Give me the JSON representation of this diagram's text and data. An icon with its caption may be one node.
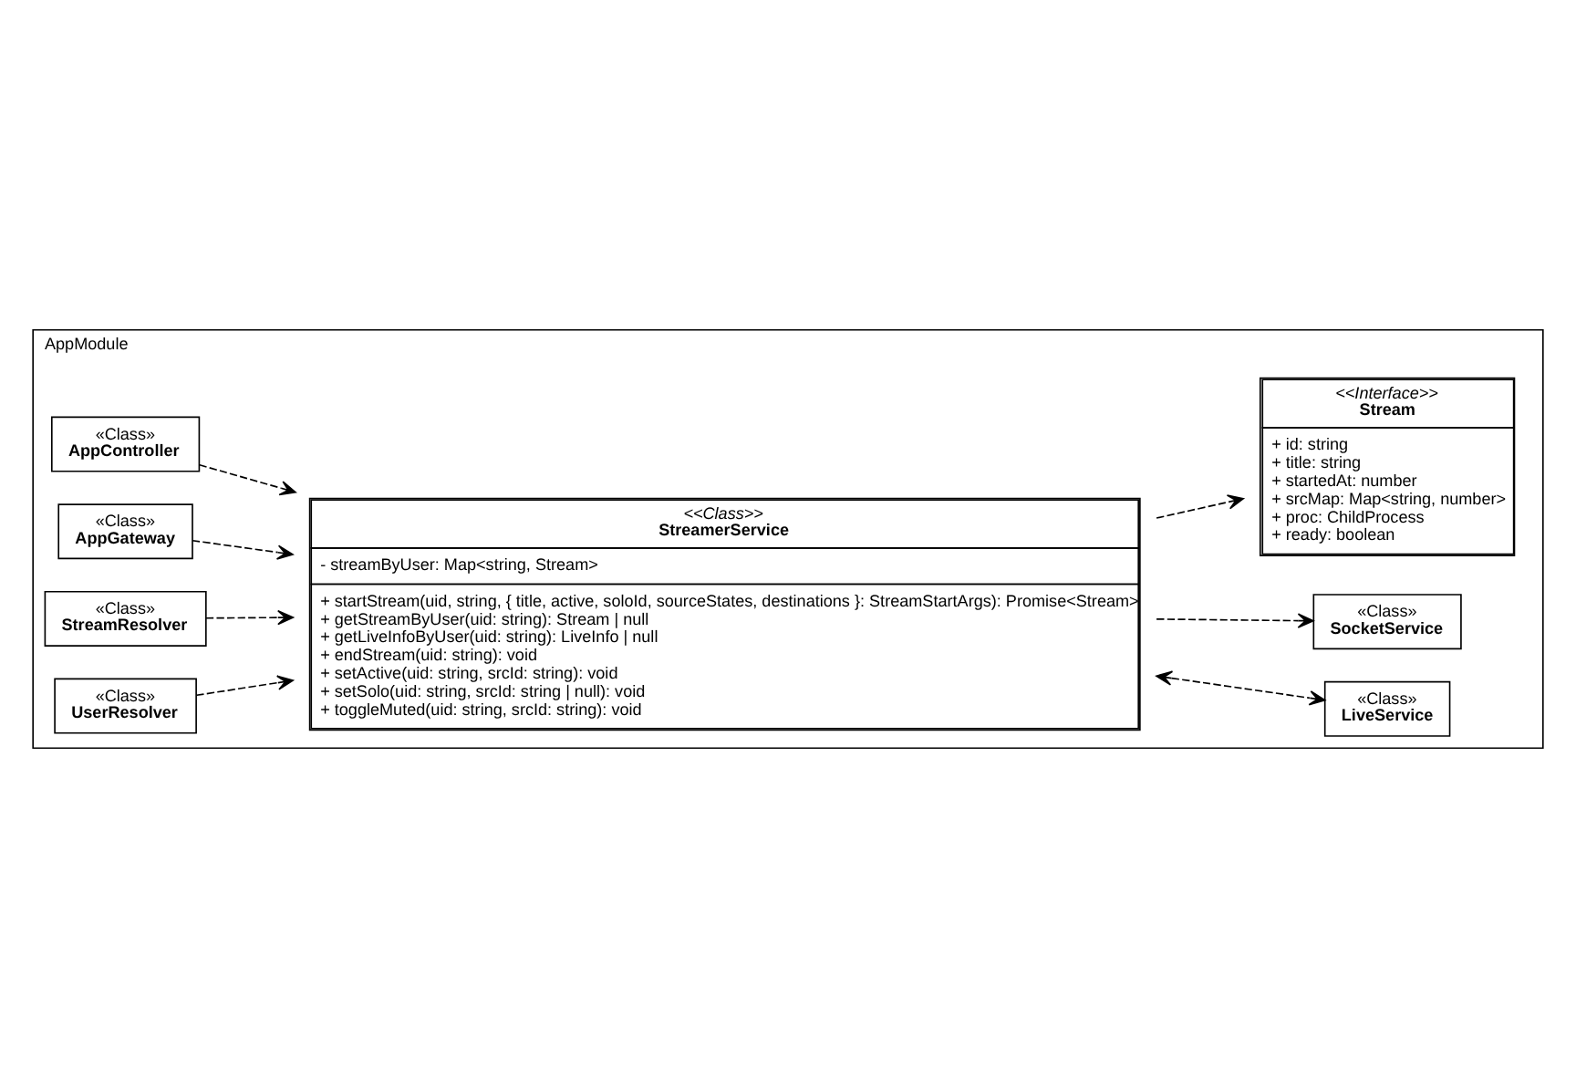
{
  "diagram": {
    "nodes": [
      {
        "text": [
          "AppModule"
        ]
      },
      {
        "text": [
          "<<Class>>",
          "StreamerService",
          "- streamByUser: Map<string, Stream>",
          "+ startStream(uid, string, { title, active, soloId, sourceStates, destinations }: StreamStartArgs): Promise<Stream>",
          "+ getStreamByUser(uid: string): Stream | null",
          "+ getLiveInfoByUser(uid: string): LiveInfo | null",
          "+ endStream(uid: string): void",
          "+ setActive(uid: string, srcId: string): void",
          "+ setSolo(uid: string, srcId: string | null): void",
          "+ toggleMuted(uid: string, srcId: string): void"
        ],
        "in": 0
      },
      {
        "text": [
          "«Class»",
          "AppController"
        ],
        "in": 0
      },
      {
        "text": [
          "«Class»",
          "AppGateway"
        ],
        "in": 0
      },
      {
        "text": [
          "«Class»",
          "StreamResolver"
        ],
        "in": 0
      },
      {
        "text": [
          "«Class»",
          "LiveService"
        ],
        "in": 0
      },
      {
        "text": [
          "«Class»",
          "UserResolver"
        ],
        "in": 0
      },
      {
        "text": [
          "«Class»",
          "SocketService"
        ],
        "in": 0
      },
      {
        "text": [
          "<<Interface>>",
          "Stream",
          "+ id: string",
          "+ title: string",
          "+ startedAt: number",
          "+ srcMap: Map<string, number>",
          "+ proc: ChildProcess",
          "+ ready: boolean"
        ],
        "in": 0
      }
    ],
    "edges": [
      {
        "from": 2,
        "to": 1,
        "arrow": "to",
        "style": "dashed"
      },
      {
        "from": 3,
        "to": 1,
        "arrow": "to",
        "style": "dashed"
      },
      {
        "from": 4,
        "to": 1,
        "arrow": "to",
        "style": "dashed"
      },
      {
        "from": 1,
        "to": 5,
        "arrow": "both",
        "style": "dashed"
      },
      {
        "from": 6,
        "to": 1,
        "arrow": "to",
        "style": "dashed"
      },
      {
        "from": 1,
        "to": 7,
        "arrow": "to",
        "style": "dashed"
      },
      {
        "from": 1,
        "to": 8,
        "arrow": "to",
        "style": "dashed"
      }
    ]
  }
}
